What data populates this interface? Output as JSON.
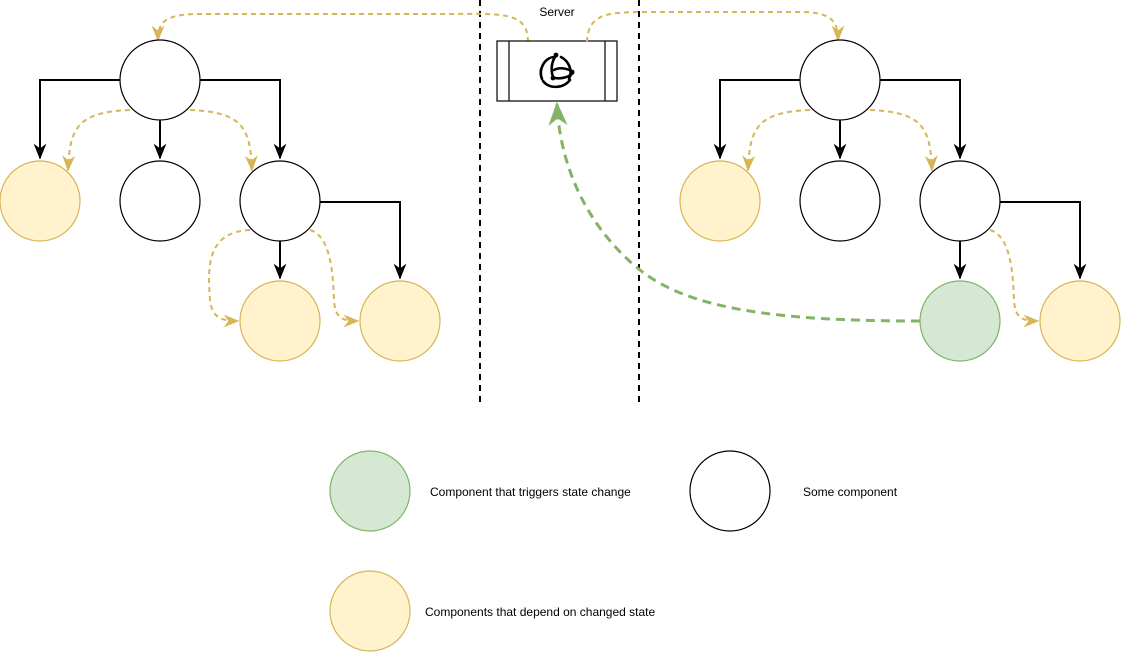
{
  "server": {
    "label": "Server",
    "icon": "redux-icon"
  },
  "legend": {
    "trigger_label": "Component that triggers state change",
    "some_label": "Some component",
    "depend_label": "Components that depend on changed state"
  },
  "colors": {
    "trigger_fill": "#d5e8d4",
    "trigger_stroke": "#82b366",
    "depend_fill": "#fff2cc",
    "depend_stroke": "#d6b656",
    "plain_fill": "#ffffff",
    "plain_stroke": "#000000",
    "flow_arrow": "#d6b656",
    "trigger_arrow": "#82b366"
  }
}
